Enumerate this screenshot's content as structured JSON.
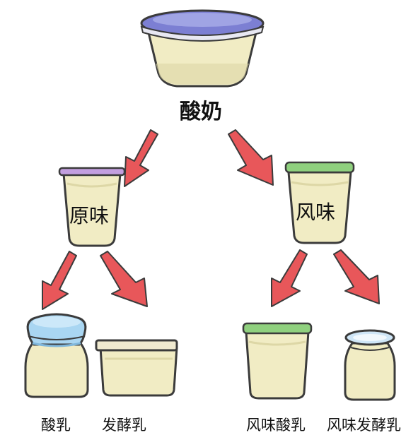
{
  "diagram": {
    "root": {
      "label": "酸奶"
    },
    "branches": [
      {
        "label": "原味",
        "lid_color": "#c39fe0",
        "children": [
          {
            "label": "酸乳"
          },
          {
            "label": "发酵乳"
          }
        ]
      },
      {
        "label": "风味",
        "lid_color": "#8fd07e",
        "children": [
          {
            "label": "风味酸乳"
          },
          {
            "label": "风味发酵乳"
          }
        ]
      }
    ]
  },
  "colors": {
    "cup_body": "#f1ecc4",
    "cup_shadow": "#ddd7a6",
    "outline": "#3b3b3b",
    "root_rim": "#7c7fd3",
    "arrow": "#e8575a",
    "wrap_cloth": "#a9d6f2",
    "tub_lid": "#efe9cf",
    "jar_rim": "#cfe6f7"
  }
}
